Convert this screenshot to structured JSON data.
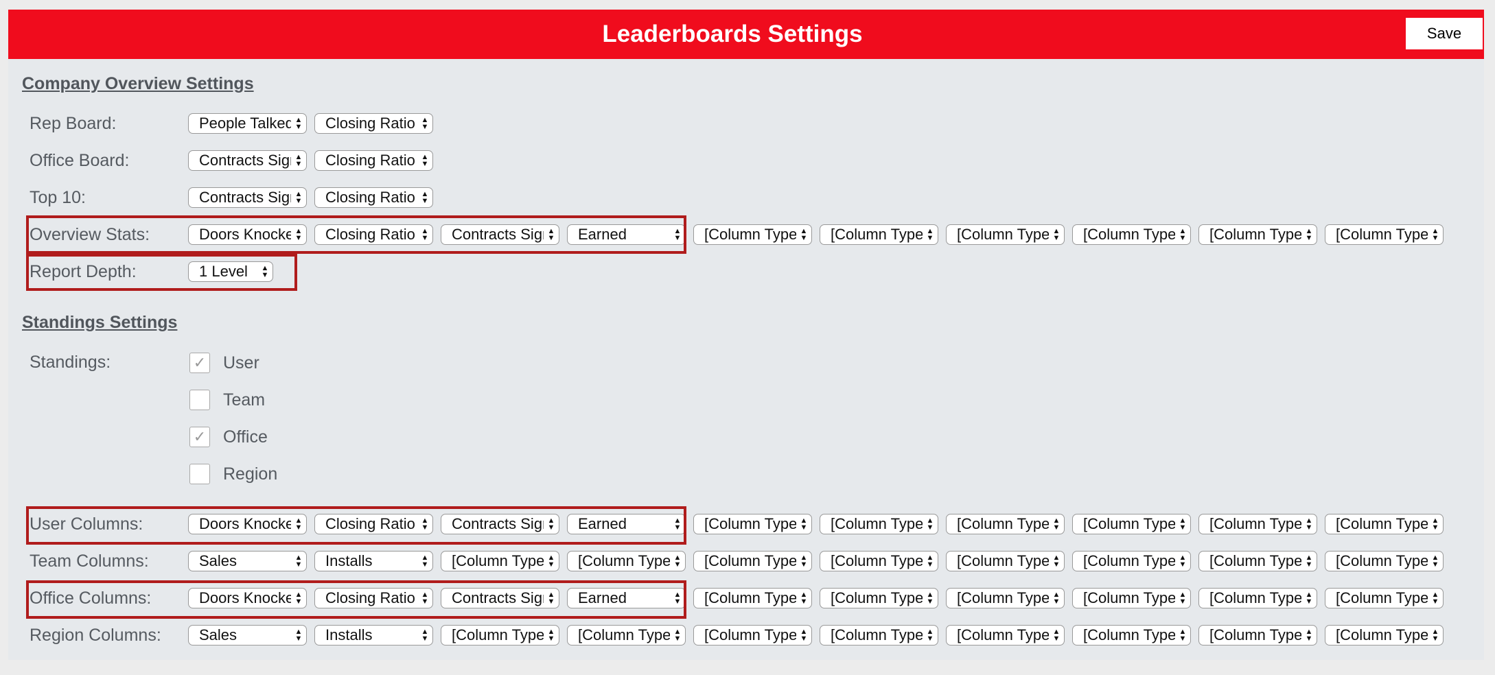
{
  "header": {
    "title": "Leaderboards Settings",
    "save_label": "Save"
  },
  "company_overview": {
    "title": "Company Overview Settings",
    "rep_board": {
      "label": "Rep Board:",
      "selects": [
        "People Talked",
        "Closing Ratio"
      ]
    },
    "office_board": {
      "label": "Office Board:",
      "selects": [
        "Contracts Signed",
        "Closing Ratio"
      ]
    },
    "top10": {
      "label": "Top 10:",
      "selects": [
        "Contracts Signed",
        "Closing Ratio"
      ]
    },
    "overview_stats": {
      "label": "Overview Stats:",
      "selects": [
        "Doors Knocked",
        "Closing Ratio",
        "Contracts Signed",
        "Earned",
        "[Column Type]",
        "[Column Type]",
        "[Column Type]",
        "[Column Type]",
        "[Column Type]",
        "[Column Type]"
      ]
    },
    "report_depth": {
      "label": "Report Depth:",
      "selects": [
        "1 Level"
      ]
    }
  },
  "standings": {
    "title": "Standings Settings",
    "label": "Standings:",
    "options": [
      {
        "label": "User",
        "checked": true
      },
      {
        "label": "Team",
        "checked": false
      },
      {
        "label": "Office",
        "checked": true
      },
      {
        "label": "Region",
        "checked": false
      }
    ],
    "user_columns": {
      "label": "User Columns:",
      "selects": [
        "Doors Knocked",
        "Closing Ratio",
        "Contracts Signed",
        "Earned",
        "[Column Type]",
        "[Column Type]",
        "[Column Type]",
        "[Column Type]",
        "[Column Type]",
        "[Column Type]"
      ]
    },
    "team_columns": {
      "label": "Team Columns:",
      "selects": [
        "Sales",
        "Installs",
        "[Column Type]",
        "[Column Type]",
        "[Column Type]",
        "[Column Type]",
        "[Column Type]",
        "[Column Type]",
        "[Column Type]",
        "[Column Type]"
      ]
    },
    "office_columns": {
      "label": "Office Columns:",
      "selects": [
        "Doors Knocked",
        "Closing Ratio",
        "Contracts Signed",
        "Earned",
        "[Column Type]",
        "[Column Type]",
        "[Column Type]",
        "[Column Type]",
        "[Column Type]",
        "[Column Type]"
      ]
    },
    "region_columns": {
      "label": "Region Columns:",
      "selects": [
        "Sales",
        "Installs",
        "[Column Type]",
        "[Column Type]",
        "[Column Type]",
        "[Column Type]",
        "[Column Type]",
        "[Column Type]",
        "[Column Type]",
        "[Column Type]"
      ]
    }
  },
  "colors": {
    "header_bg": "#f00c1d",
    "highlight": "#b01c1c",
    "panel_bg": "#e6e9ec"
  }
}
